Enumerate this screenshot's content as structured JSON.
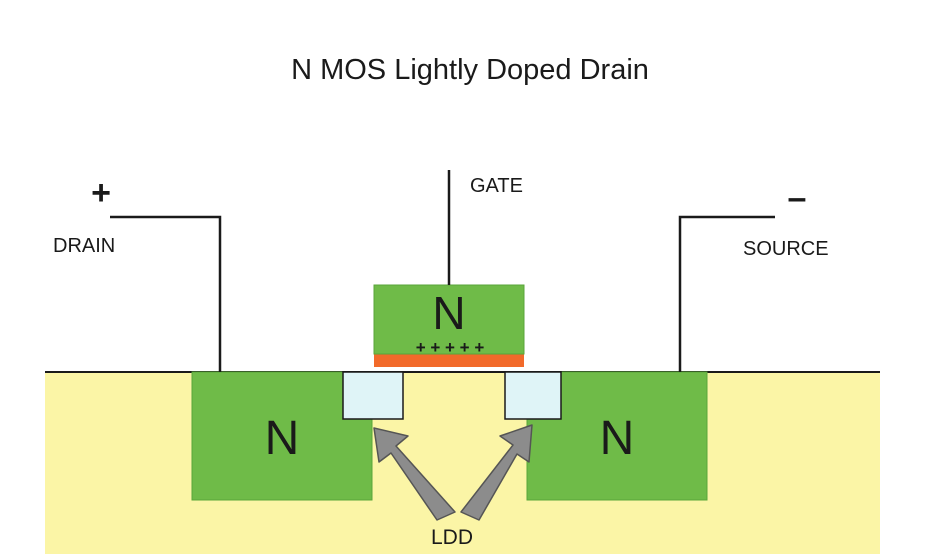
{
  "title": "N MOS Lightly Doped Drain",
  "labels": {
    "gate": "GATE",
    "drain": "DRAIN",
    "source": "SOURCE",
    "ldd": "LDD",
    "drain_polarity": "+",
    "source_polarity": "–"
  },
  "regions": {
    "gate_poly": "N",
    "drain_well": "N",
    "source_well": "N",
    "gate_charges": "+ + + + +"
  },
  "colors": {
    "substrate": "#fbf5a6",
    "n_region": "#6fbb48",
    "n_region_border": "#5aa63a",
    "gate_oxide": "#f26a2a",
    "ldd_region": "#dff4f7",
    "arrow": "#8c8c8c",
    "wire": "#1a1a1a"
  }
}
